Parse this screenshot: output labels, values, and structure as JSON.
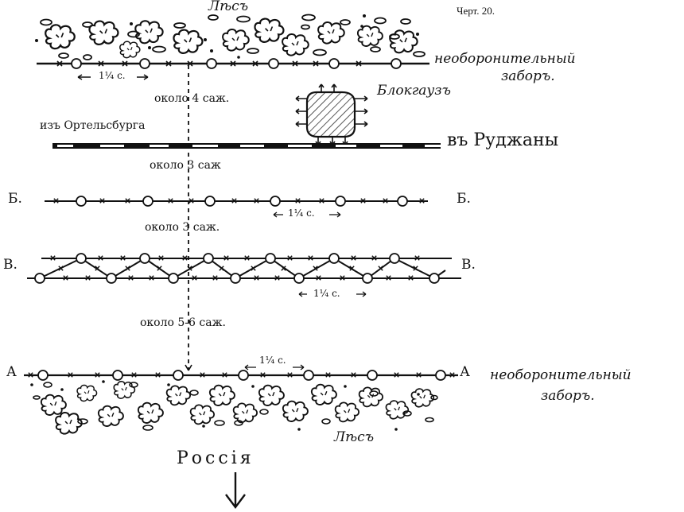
{
  "figure": {
    "number_label": "Черт. 20."
  },
  "forest": {
    "top_label": "Лѣсъ",
    "bottom_label": "Лѣсъ"
  },
  "fences": {
    "top_label_line1": "необоронительный",
    "top_label_line2": "заборъ.",
    "bottom_label_line1": "необоронительный",
    "bottom_label_line2": "заборъ."
  },
  "blockhouse": {
    "label": "Блокгаузъ"
  },
  "railway": {
    "from_label": "изъ Ортельсбурга",
    "to_label": "въ Руджаны"
  },
  "distances": {
    "top_to_rail": "около 4 саж.",
    "rail_to_b": "около 3 саж",
    "b_to_v": "около 3 саж.",
    "v_to_a": "около 5-6 саж.",
    "post_spacing": "1¼ с."
  },
  "lines": {
    "b_left": "Б.",
    "b_right": "Б.",
    "v_left": "В.",
    "v_right": "В.",
    "a_left": "А",
    "a_right": "А"
  },
  "direction": {
    "label": "Россія"
  },
  "colors": {
    "ink": "#111111",
    "paper": "#ffffff"
  }
}
